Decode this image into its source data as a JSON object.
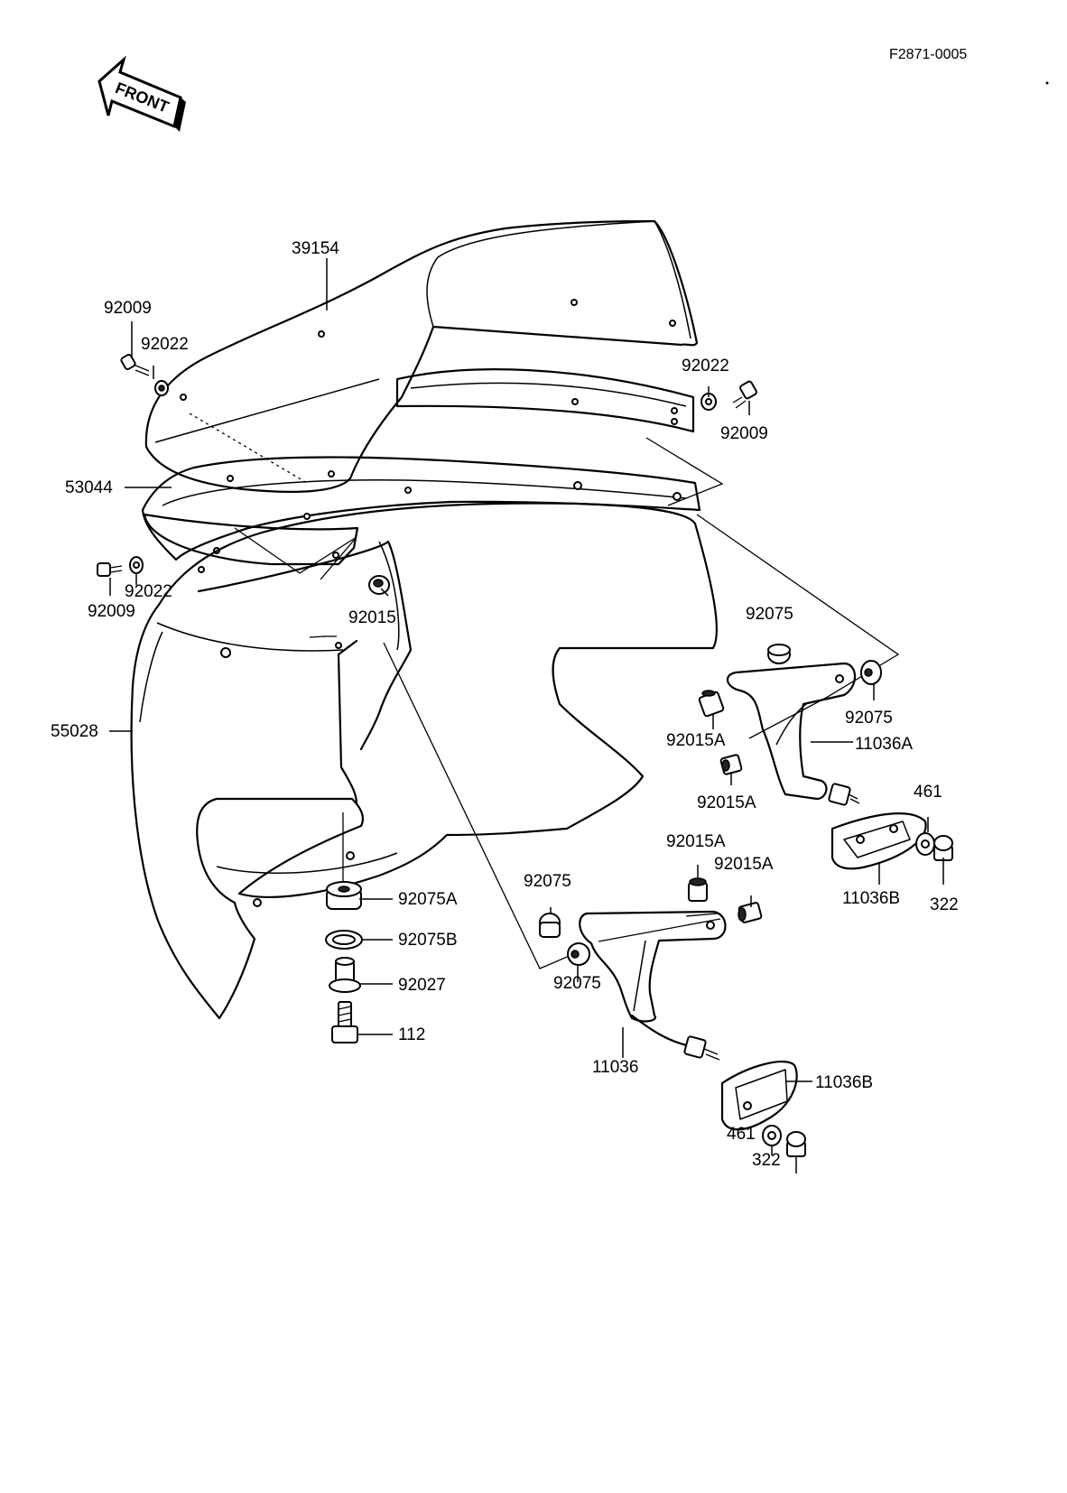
{
  "diagram": {
    "code": "F2871-0005",
    "front_label": "FRONT",
    "parts": {
      "windshield": "39154",
      "screw_top_left": "92009",
      "washer_top_left": "92022",
      "washer_right": "92022",
      "screw_right": "92009",
      "trim": "53044",
      "screw_mid_left": "92009",
      "washer_mid_left": "92022",
      "grommet_center": "92015",
      "cowling": "55028",
      "grommet_92075_upper": "92075",
      "grommet_92075_right": "92075",
      "nut_92015A_upper": "92015A",
      "nut_92015A_mid": "92015A",
      "bracket_11036A": "11036A",
      "washer_461_upper": "461",
      "plate_11036B_upper": "11036B",
      "nut_322_upper": "322",
      "grommet_92075A": "92075A",
      "ring_92075B": "92075B",
      "collar_92027": "92027",
      "bolt_112": "112",
      "nut_92015A_low1": "92015A",
      "nut_92015A_low2": "92015A",
      "grommet_92075_low1": "92075",
      "grommet_92075_low2": "92075",
      "bracket_11036": "11036",
      "plate_11036B_lower": "11036B",
      "washer_461_lower": "461",
      "nut_322_lower": "322"
    }
  }
}
